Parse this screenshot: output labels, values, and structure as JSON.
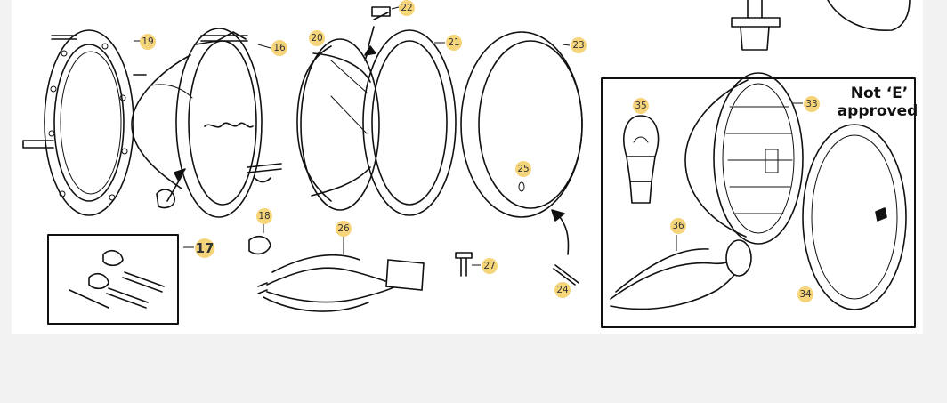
{
  "callouts": {
    "c16": "16",
    "c17": "17",
    "c18": "18",
    "c19": "19",
    "c20": "20",
    "c21": "21",
    "c22": "22",
    "c23": "23",
    "c24": "24",
    "c25": "25",
    "c26": "26",
    "c27": "27",
    "c33": "33",
    "c34": "34",
    "c35": "35",
    "c36": "36"
  },
  "note": {
    "line1": "Not ‘E’",
    "line2": "approved"
  },
  "colors": {
    "badge": "#f6d57a",
    "line": "#111111",
    "background": "#f2f2f2",
    "panel": "#ffffff"
  }
}
